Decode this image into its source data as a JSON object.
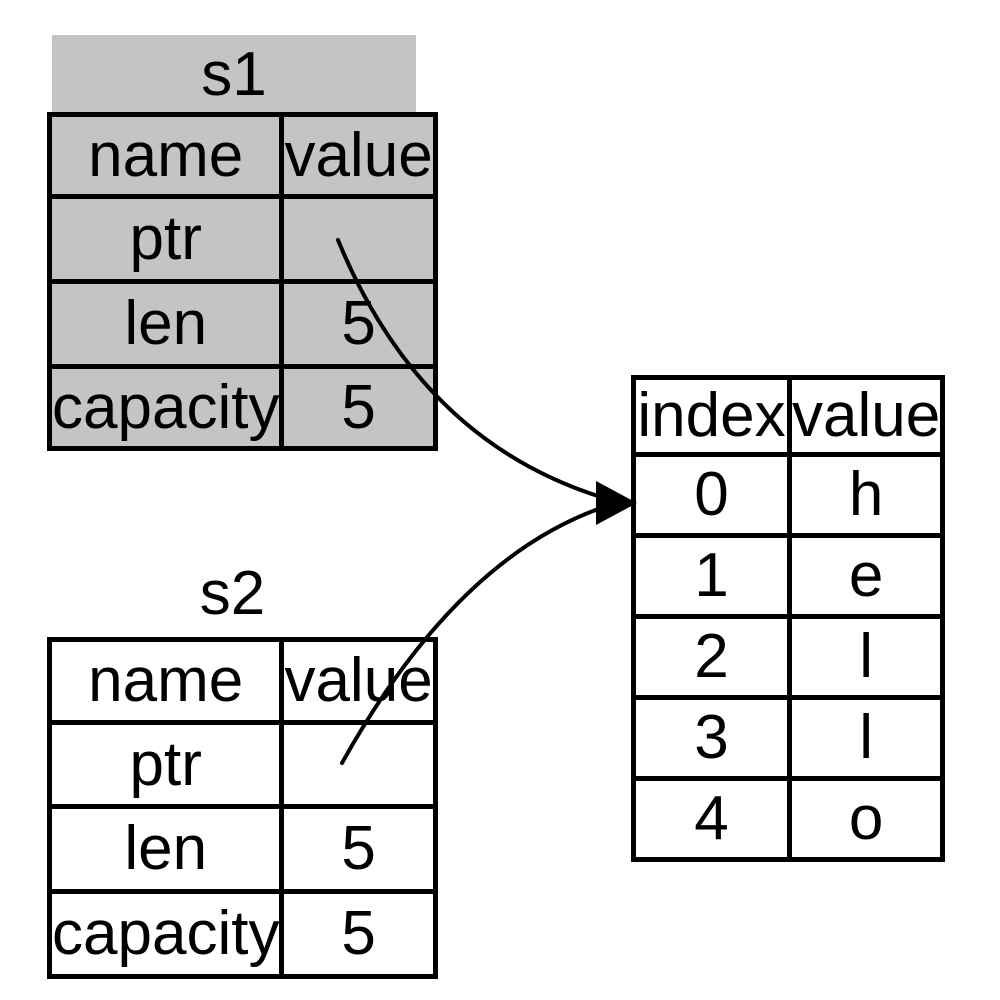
{
  "colors": {
    "table_fill": "#c4c4c4",
    "border_color": "#000000",
    "background": "#ffffff"
  },
  "s1": {
    "title": "s1",
    "columns": {
      "name": "name",
      "value": "value"
    },
    "rows": [
      {
        "name": "ptr",
        "value": ""
      },
      {
        "name": "len",
        "value": "5"
      },
      {
        "name": "capacity",
        "value": "5"
      }
    ]
  },
  "s2": {
    "title": "s2",
    "columns": {
      "name": "name",
      "value": "value"
    },
    "rows": [
      {
        "name": "ptr",
        "value": ""
      },
      {
        "name": "len",
        "value": "5"
      },
      {
        "name": "capacity",
        "value": "5"
      }
    ]
  },
  "heap": {
    "columns": {
      "index": "index",
      "value": "value"
    },
    "rows": [
      {
        "index": "0",
        "value": "h"
      },
      {
        "index": "1",
        "value": "e"
      },
      {
        "index": "2",
        "value": "l"
      },
      {
        "index": "3",
        "value": "l"
      },
      {
        "index": "4",
        "value": "o"
      }
    ]
  }
}
